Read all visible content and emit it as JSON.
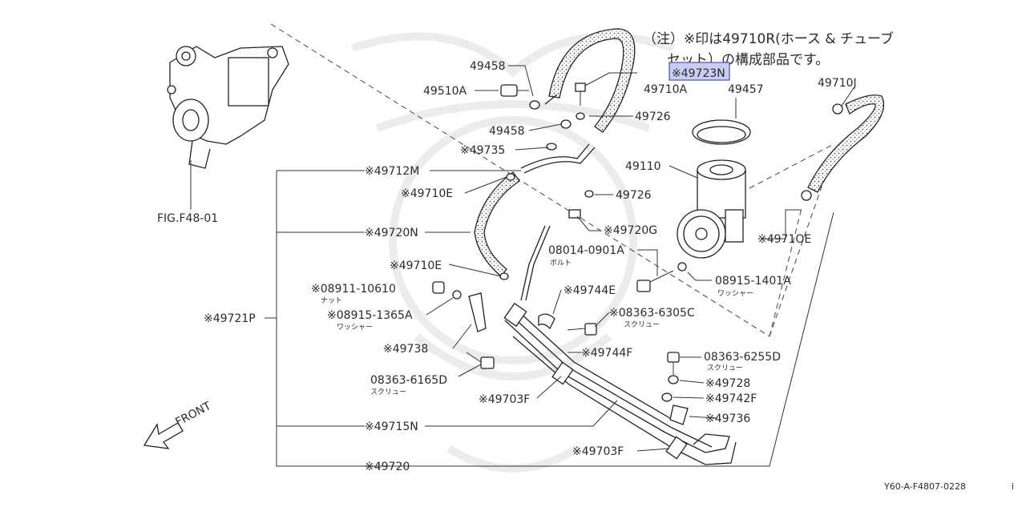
{
  "note": {
    "line1": "（注）※印は49710R(ホース & チューブ",
    "line2": "セット）の構成部品です。"
  },
  "highlight_part": "※49723N",
  "fig_ref": "FIG.F48-01",
  "front_label": "FRONT",
  "diagram_code": "Y60-A-F4807-0228",
  "corner_mark": "i",
  "labels": {
    "p49458a": "49458",
    "p49510A": "49510A",
    "p49710A": "49710A",
    "p49458b": "49458",
    "p49735": "※49735",
    "p49726a": "49726",
    "p49457": "49457",
    "p49710J": "49710J",
    "p49712M": "※49712M",
    "p49710Ea": "※49710E",
    "p49110": "49110",
    "p49726b": "49726",
    "p49720G": "※49720G",
    "p49720N": "※49720N",
    "p49710Eb": "※49710E",
    "p08014": "08014-0901A",
    "p08014sub": "ボルト",
    "p08915_1401": "08915-1401A",
    "p08915_1401sub": "ワッシャー",
    "p49710Ec": "※4971OE",
    "p08911": "※08911-10610",
    "p08911sub": "ナット",
    "p08915_1365": "※08915-1365A",
    "p08915_1365sub": "ワッシャー",
    "p49744Ea": "※49744E",
    "p08363_6305": "※08363-6305C",
    "p08363_6305sub": "スクリュー",
    "p49721P": "※49721P",
    "p49738": "※49738",
    "p49744F": "※49744F",
    "p08363_6255": "08363-6255D",
    "p08363_6255sub": "スクリュー",
    "p08363_6165": "08363-6165D",
    "p08363_6165sub": "スクリュー",
    "p49728": "※49728",
    "p49703Fa": "※49703F",
    "p49742F": "※49742F",
    "p49736": "※49736",
    "p49715N": "※49715N",
    "p49703Fb": "※49703F",
    "p49720": "※49720"
  }
}
